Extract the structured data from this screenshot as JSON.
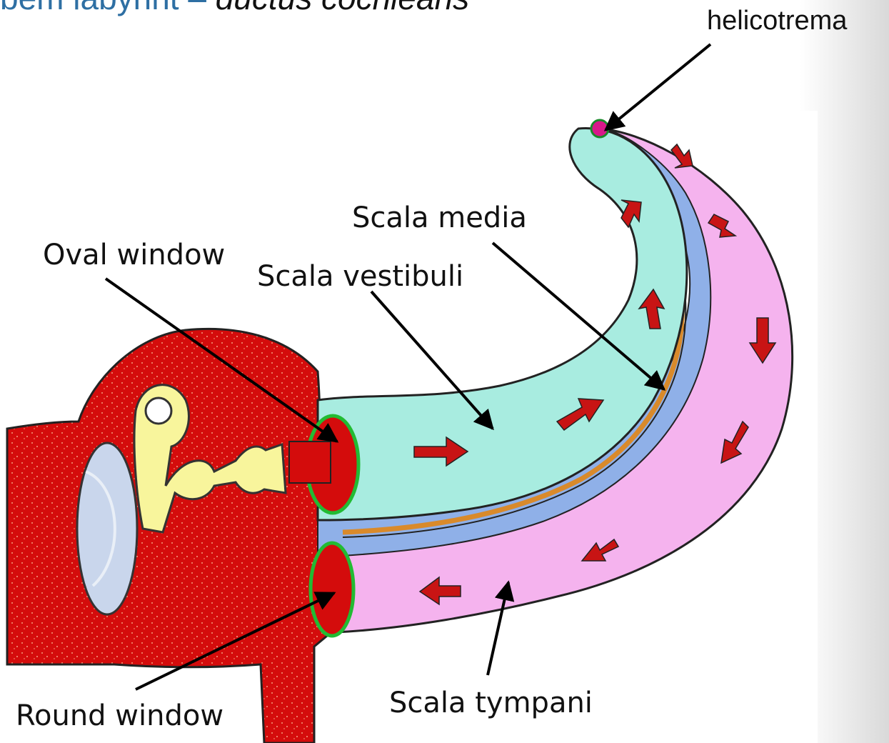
{
  "title": {
    "prefix": "bem labyrint – ",
    "italic": "ductus cochlearis"
  },
  "labels": {
    "helicotrema": "helicotrema",
    "scala_media": "Scala media",
    "oval_window": "Oval window",
    "scala_vestibuli": "Scala vestibuli",
    "round_window": "Round window",
    "scala_tympani": "Scala tympani"
  },
  "colors": {
    "title": "#2e6fa3",
    "bone": "#d40c0c",
    "vestibuli": "#a8ece0",
    "tympani": "#f5b3ee",
    "membrane": "#8fb0e8",
    "basilar": "#d98a2b",
    "ossicle": "#f8f59c",
    "eardrum": "#c9d6ec",
    "window_rim": "#22bb33"
  }
}
